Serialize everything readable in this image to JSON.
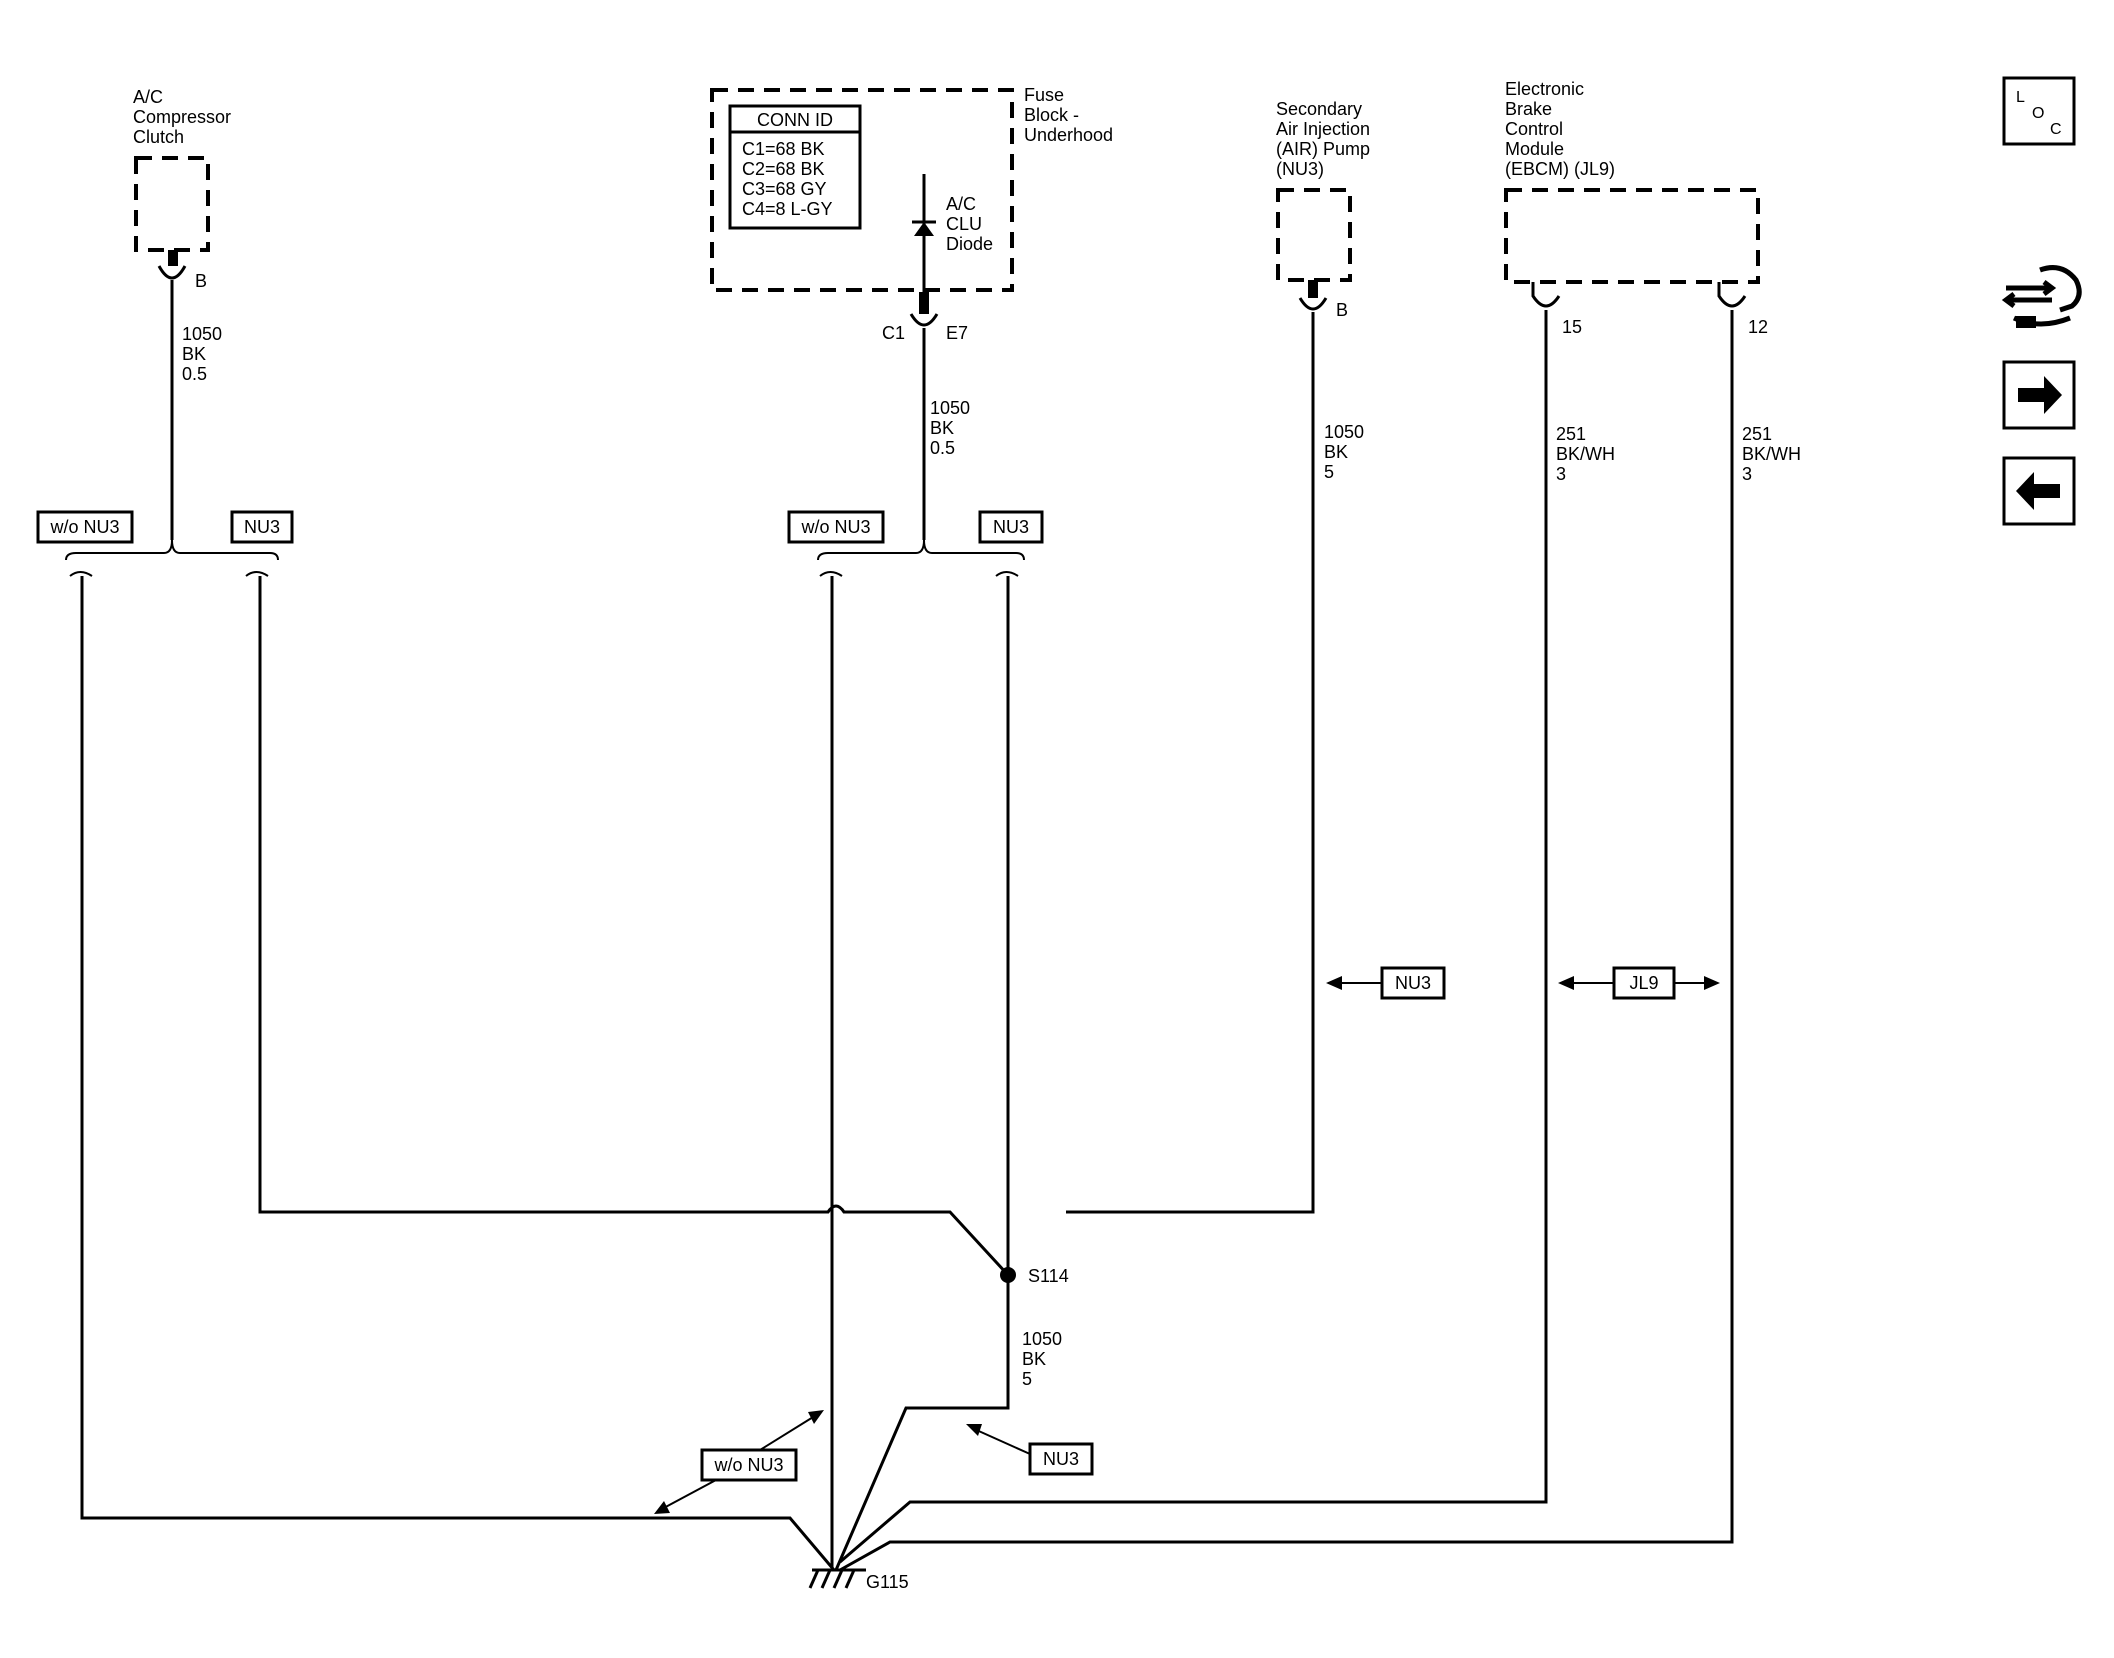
{
  "components": {
    "ac_clutch": {
      "name_lines": [
        "A/C",
        "Compressor",
        "Clutch"
      ],
      "pin": "B",
      "wire": [
        "1050",
        "BK",
        "0.5"
      ]
    },
    "fuse_block": {
      "name_lines": [
        "Fuse",
        "Block -",
        "Underhood"
      ],
      "conn_id_title": "CONN ID",
      "conn_ids": [
        "C1=68 BK",
        "C2=68 BK",
        "C3=68 GY",
        "C4=8 L-GY"
      ],
      "diode_lines": [
        "A/C",
        "CLU",
        "Diode"
      ],
      "conn_left": "C1",
      "conn_right": "E7",
      "wire": [
        "1050",
        "BK",
        "0.5"
      ]
    },
    "air_pump": {
      "name_lines": [
        "Secondary",
        "Air Injection",
        "(AIR) Pump",
        "(NU3)"
      ],
      "pin": "B",
      "wire": [
        "1050",
        "BK",
        "5"
      ]
    },
    "ebcm": {
      "name_lines": [
        "Electronic",
        "Brake",
        "Control",
        "Module",
        "(EBCM) (JL9)"
      ],
      "pin_left": "15",
      "pin_right": "12",
      "wire_left": [
        "251",
        "BK/WH",
        "3"
      ],
      "wire_right": [
        "251",
        "BK/WH",
        "3"
      ]
    }
  },
  "options": {
    "left_wo": "w/o NU3",
    "left_with": "NU3",
    "mid_wo": "w/o NU3",
    "mid_with": "NU3",
    "air_arrow": "NU3",
    "ebcm_arrow": "JL9",
    "bottom_wo": "w/o NU3",
    "bottom_with": "NU3"
  },
  "splice": {
    "id": "S114",
    "wire": [
      "1050",
      "BK",
      "5"
    ]
  },
  "ground": {
    "id": "G115"
  },
  "nav": {
    "loc_icon_letters": [
      "L",
      "O",
      "C"
    ],
    "buttons": [
      "loc-icon",
      "connector-hand-icon",
      "arrow-right-icon",
      "arrow-left-icon"
    ]
  }
}
